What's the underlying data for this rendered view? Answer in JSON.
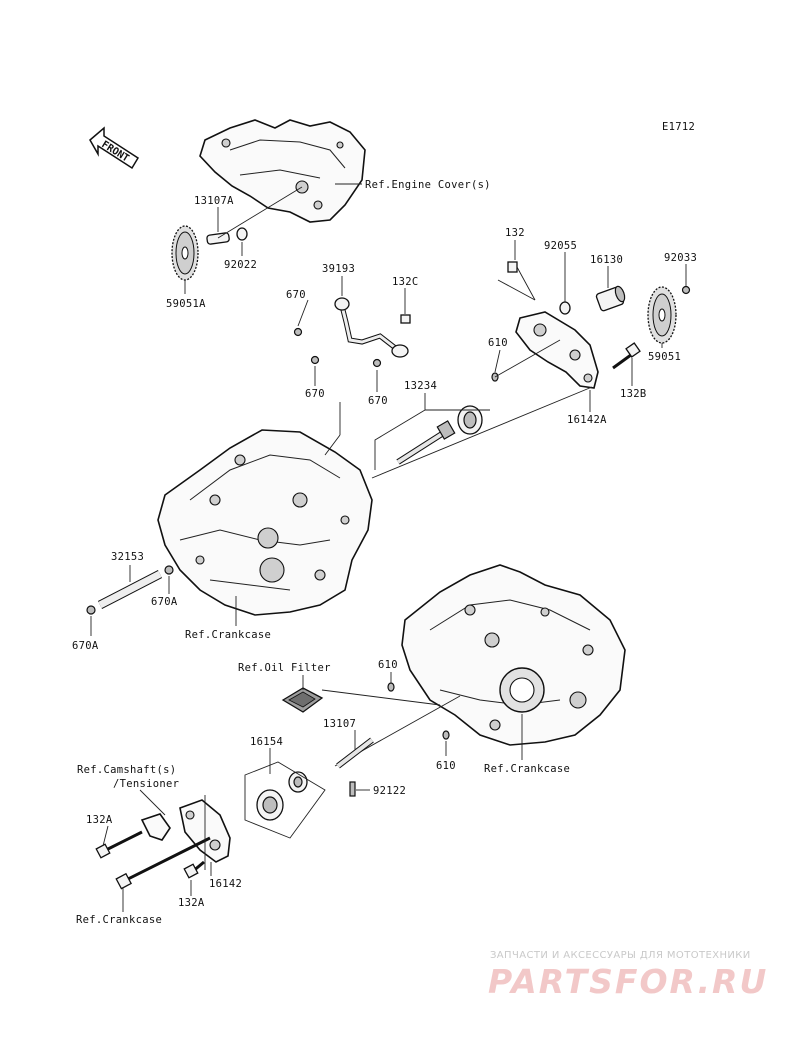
{
  "figure_code": "E1712",
  "front_arrow_label": "FRONT",
  "labels": {
    "ref_engine_cover": "Ref.Engine Cover(s)",
    "p13107A": "13107A",
    "p92022": "92022",
    "p59051A": "59051A",
    "p39193": "39193",
    "p670_a": "670",
    "p132C": "132C",
    "p670_b": "670",
    "p670_c": "670",
    "p132": "132",
    "p92055": "92055",
    "p16130": "16130",
    "p92033": "92033",
    "p610_a": "610",
    "p59051": "59051",
    "p132B": "132B",
    "p13234": "13234",
    "p16142A": "16142A",
    "p32153": "32153",
    "p670A_a": "670A",
    "p670A_b": "670A",
    "ref_crankcase_a": "Ref.Crankcase",
    "ref_oil_filter": "Ref.Oil Filter",
    "p610_b": "610",
    "p610_c": "610",
    "ref_crankcase_b": "Ref.Crankcase",
    "p13107": "13107",
    "p16154": "16154",
    "ref_camshaft": "Ref.Camshaft(s)",
    "ref_tensioner": "/Tensioner",
    "p92122": "92122",
    "p132A_a": "132A",
    "p16142": "16142",
    "p132A_b": "132A",
    "ref_crankcase_c": "Ref.Crankcase"
  },
  "watermark": {
    "subtitle": "ЗАПЧАСТИ И АКСЕССУАРЫ ДЛЯ МОТОТЕХНИКИ",
    "logo": "PARTSFOR.RU"
  }
}
